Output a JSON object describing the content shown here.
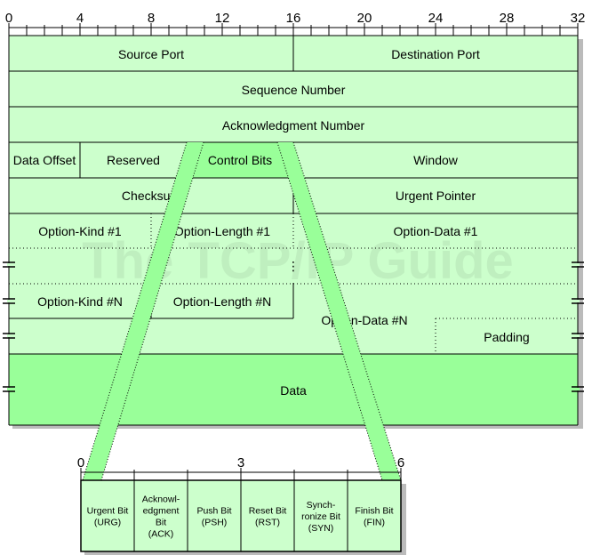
{
  "ruler": {
    "ticks": [
      "0",
      "4",
      "8",
      "12",
      "16",
      "20",
      "24",
      "28",
      "32"
    ]
  },
  "watermark": "The TCP/IP Guide",
  "colors": {
    "fill": "#ccffcc",
    "highlight": "#99ff99",
    "outline": "#000000",
    "shadow": "#bbbbbb"
  },
  "fields": {
    "source_port": "Source Port",
    "destination_port": "Destination Port",
    "sequence_number": "Sequence Number",
    "acknowledgment_number": "Acknowledgment Number",
    "data_offset": "Data Offset",
    "reserved": "Reserved",
    "control_bits": "Control Bits",
    "window": "Window",
    "checksum": "Checksum",
    "urgent_pointer": "Urgent Pointer",
    "option_kind_1": "Option-Kind #1",
    "option_length_1": "Option-Length #1",
    "option_data_1": "Option-Data #1",
    "vertical_ellipsis": "⋮",
    "option_kind_n": "Option-Kind #N",
    "option_length_n": "Option-Length #N",
    "option_data_n": "Option-Data #N",
    "padding": "Padding",
    "data": "Data"
  },
  "control_ruler": {
    "ticks": [
      "0",
      "3",
      "6"
    ]
  },
  "control_bits": [
    [
      "Urgent Bit",
      "(URG)"
    ],
    [
      "Acknowl-",
      "edgment",
      "Bit",
      "(ACK)"
    ],
    [
      "Push Bit",
      "(PSH)"
    ],
    [
      "Reset Bit",
      "(RST)"
    ],
    [
      "Synch-",
      "ronize Bit",
      "(SYN)"
    ],
    [
      "Finish Bit",
      "(FIN)"
    ]
  ]
}
